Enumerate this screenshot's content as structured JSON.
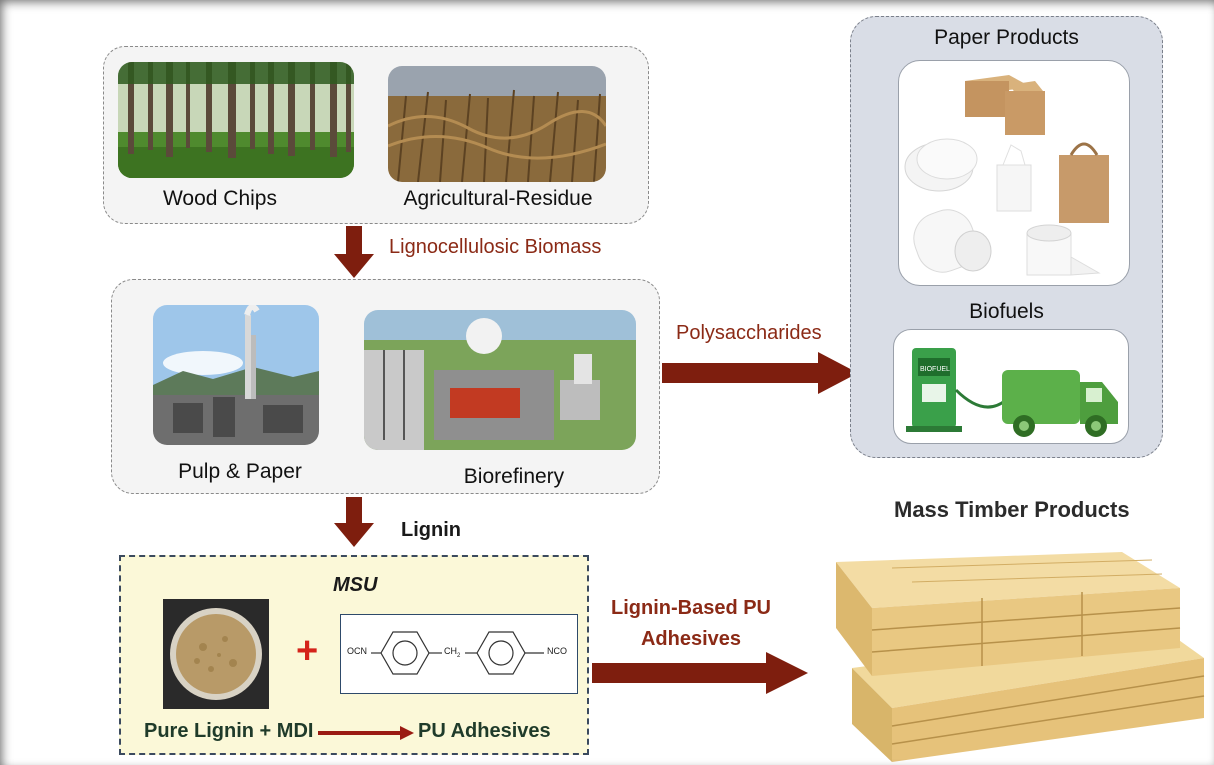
{
  "sources": {
    "items": [
      {
        "label": "Wood Chips"
      },
      {
        "label": "Agricultural-Residue"
      }
    ],
    "arrow_label": "Lignocellulosic Biomass"
  },
  "processing": {
    "items": [
      {
        "label": "Pulp & Paper"
      },
      {
        "label": "Biorefinery"
      }
    ],
    "to_products_label": "Polysaccharides",
    "to_msu_label": "Lignin"
  },
  "products": {
    "paper_title": "Paper Products",
    "biofuels_title": "Biofuels",
    "biofuel_pump_text": "BIOFUEL"
  },
  "msu": {
    "title": "MSU",
    "plus": "+",
    "chem_left": "OCN",
    "chem_mid": "CH",
    "chem_sub": "2",
    "chem_right": "NCO",
    "reaction_left": "Pure Lignin + MDI",
    "reaction_right": "PU Adhesives"
  },
  "adhesive_arrow_label": [
    "Lignin-Based PU",
    "Adhesives"
  ],
  "mass_timber_title": "Mass Timber Products",
  "colors": {
    "arrow": "#7e1e0e",
    "label_red": "#8b2a16",
    "msu_bg": "#fbf8d8",
    "products_bg": "#d9dde6"
  }
}
